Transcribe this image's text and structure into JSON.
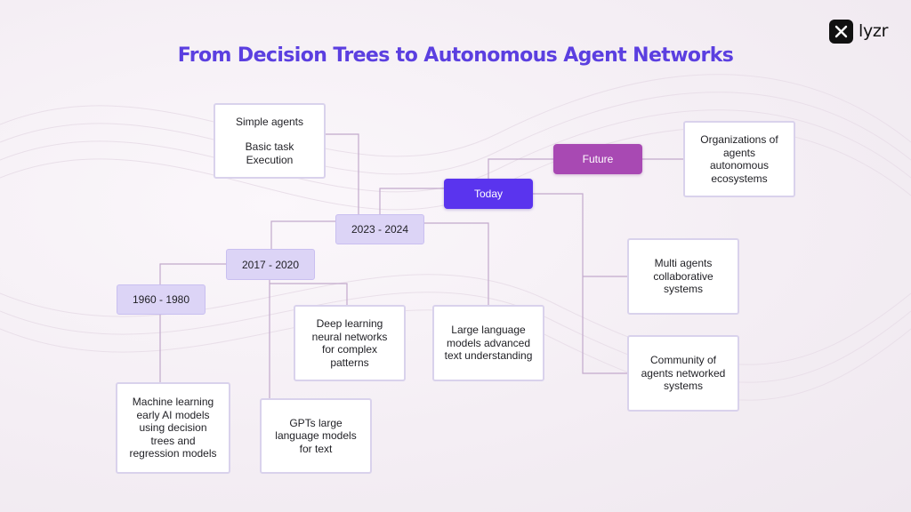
{
  "title": "From Decision Trees to Autonomous Agent Networks",
  "brand": {
    "name": "lyzr"
  },
  "colors": {
    "title": "#5b3fe0",
    "era_fill": "#dcd4f6",
    "today": "#5a34ee",
    "future": "#a849b3",
    "card_border": "#d9d2ec"
  },
  "eras": {
    "e1960": "1960 - 1980",
    "e2017": "2017 - 2020",
    "e2023": "2023 - 2024",
    "today": "Today",
    "future": "Future"
  },
  "cards": {
    "simple_agents": {
      "line1": "Simple agents",
      "line2": "Basic task",
      "line3": "Execution"
    },
    "machine_learning": [
      "Machine learning",
      "early AI models",
      "using decision",
      "trees and",
      "regression models"
    ],
    "gpts": [
      "GPTs large",
      "language models",
      "for text"
    ],
    "deep_learning": [
      "Deep learning",
      "neural networks",
      "for complex",
      "patterns"
    ],
    "llm": [
      "Large language",
      "models advanced",
      "text understanding"
    ],
    "organizations": [
      "Organizations of",
      "agents",
      "autonomous",
      "ecosystems"
    ],
    "multi_agents": [
      "Multi agents",
      "collaborative",
      "systems"
    ],
    "community": [
      "Community of",
      "agents networked",
      "systems"
    ]
  }
}
